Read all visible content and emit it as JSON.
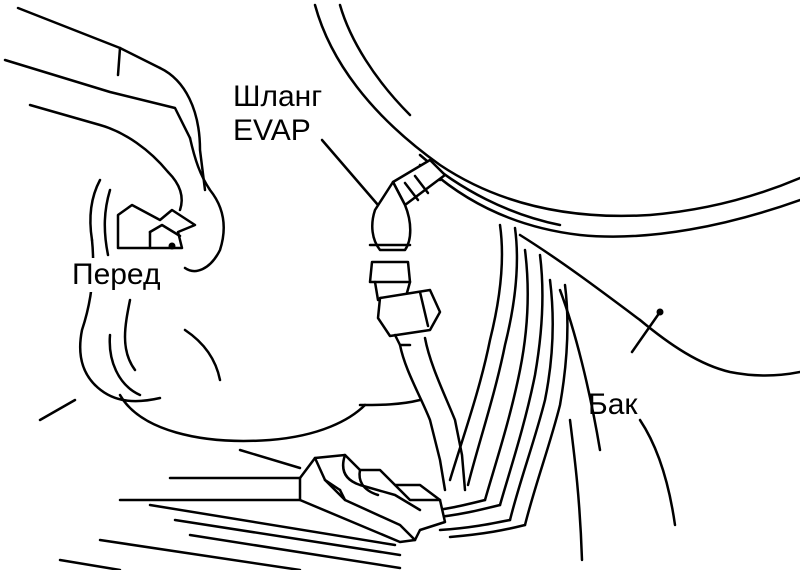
{
  "labels": {
    "hose_line1": "Шланг",
    "hose_line2": "EVAP",
    "front": "Перед",
    "tank": "Бак"
  },
  "colors": {
    "line": "#000000",
    "background": "#ffffff"
  },
  "icons": {
    "front": "front-direction-arrow-icon"
  }
}
